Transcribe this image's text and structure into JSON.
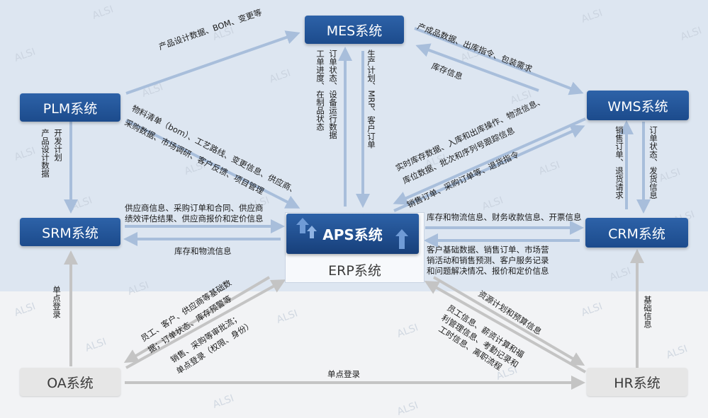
{
  "systems": {
    "mes": "MES系统",
    "plm": "PLM系统",
    "wms": "WMS系统",
    "srm": "SRM系统",
    "aps": "APS系统",
    "erp": "ERP系统",
    "crm": "CRM系统",
    "oa": "OA系统",
    "hr": "HR系统"
  },
  "flows": {
    "plm_to_mes": "产品设计数据、BOM、变更等",
    "mes_to_wms": "产成品数据、出库指令、包装需求",
    "wms_to_mes": "库存信息",
    "mes_to_aps_1": "工单进度、在制品状态",
    "mes_to_aps_2": "订单状态、设备运行数据",
    "aps_to_mes": "生产计划、MRP、客户订单",
    "plm_to_srm": "产品设计数据",
    "plm_to_srm_2": "开发计划",
    "plm_to_aps_1": "物料清单（bom）、工艺路线、变更信息、供应商、",
    "plm_to_aps_2": "采购数据、市场调研、客户反馈、项目管理",
    "wms_to_aps_1": "实时库存数据、入库和出库操作、物流信息、",
    "wms_to_aps_2": "库位数据、批次和序列号跟踪信息",
    "aps_to_wms": "销售订单、采购订单等、退货指令",
    "wms_to_crm": "订单状态、发货信息",
    "crm_to_wms": "销售订单、退货请求",
    "srm_to_aps_1": "供应商信息、采购订单和合同、供应商",
    "srm_to_aps_2": "绩效评估结果、供应商报价和定价信息",
    "aps_to_srm": "库存和物流信息",
    "aps_to_crm": "库存和物流信息、财务收款信息、开票信息",
    "crm_to_aps_1": "客户基础数据、销售订单、市场营",
    "crm_to_aps_2": "销活动和销售预测、客户服务记录",
    "crm_to_aps_3": "和问题解决情况、报价和定价信息",
    "oa_to_srm": "单点登录",
    "aps_to_oa_1": "员工、客户、供应商等基础数",
    "aps_to_oa_2": "据；订单状态、库存预警等",
    "oa_to_aps_1": "销售、采购等审批流；",
    "oa_to_aps_2": "单点登录（权限、身份）",
    "aps_to_hr": "资源计划和预算信息",
    "hr_to_aps_1": "员工信息、薪资计算和福",
    "hr_to_aps_2": "利管理信息、考勤记录和",
    "hr_to_aps_3": "工时信息、离职流程",
    "hr_to_crm": "基础信息",
    "oa_to_hr": "单点登录"
  },
  "watermark": "ALSI",
  "colors": {
    "primary": "#1f4f92",
    "arrow": "#a8bedb",
    "gray_arrow": "#c4c4c4",
    "top_bg": "#dde6f1",
    "bottom_bg": "#f2f3f5"
  }
}
